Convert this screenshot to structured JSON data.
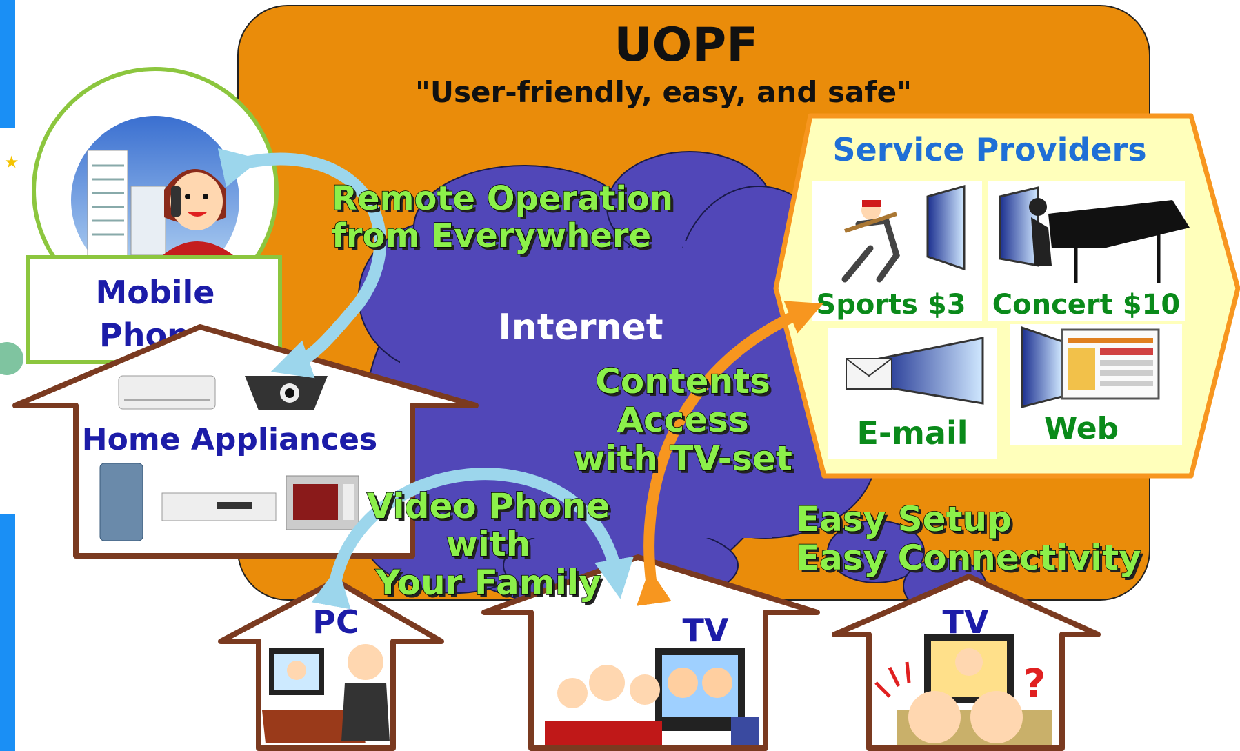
{
  "title": "UOPF",
  "subtitle": "\"User-friendly, easy, and safe\"",
  "cloud_label": "Internet",
  "mobile": {
    "line1": "Mobile",
    "line2": "Phone"
  },
  "home_appliances": "Home Appliances",
  "service_providers": {
    "title": "Service Providers",
    "tiles": [
      {
        "label": "Sports $3"
      },
      {
        "label": "Concert $10"
      },
      {
        "label": "E-mail"
      },
      {
        "label": "Web"
      }
    ]
  },
  "callouts": {
    "remote_1": "Remote Operation",
    "remote_2": "from Everywhere",
    "contents_1": "Contents",
    "contents_2": "Access",
    "contents_3": "with TV-set",
    "video_1": "Video Phone",
    "video_2": "with",
    "video_3": "Your Family",
    "setup_1": "Easy Setup",
    "setup_2": "Easy Connectivity"
  },
  "houses": [
    {
      "label": "PC"
    },
    {
      "label": "TV"
    },
    {
      "label": "TV"
    }
  ],
  "question_mark": "?",
  "colors": {
    "orange_panel": "#ea8c0a",
    "cloud": "#5147b8",
    "sp_panel": "#ffffbb",
    "light_blue_arrow": "#9cd6ec",
    "orange_arrow": "#f7961f",
    "callout_green": "#8cf04a",
    "left_strip_blue": "#1a8ff5"
  }
}
